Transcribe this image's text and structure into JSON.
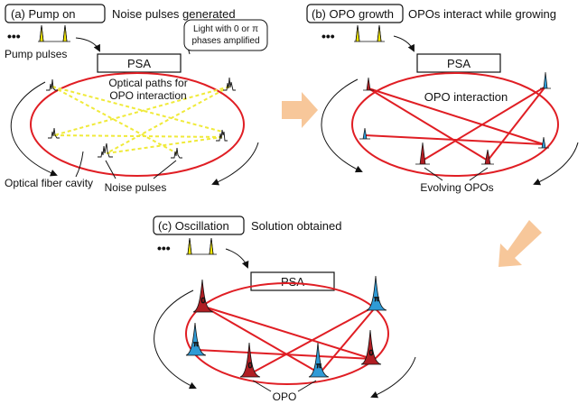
{
  "panel_a": {
    "badge": "(a) Pump on",
    "heading": "Noise pulses generated",
    "dots": "•••",
    "pump_label": "Pump pulses",
    "psa": "PSA",
    "callout_line1": "Light with 0 or π",
    "callout_line2": "phases amplified",
    "paths_line1": "Optical paths for",
    "paths_line2": "OPO interaction",
    "fiber_label": "Optical fiber cavity",
    "noise_label": "Noise pulses"
  },
  "panel_b": {
    "badge": "(b) OPO growth",
    "heading": "OPOs interact while growing",
    "dots": "•••",
    "psa": "PSA",
    "interaction": "OPO interaction",
    "evolving_label": "Evolving OPOs"
  },
  "panel_c": {
    "badge": "(c) Oscillation",
    "heading": "Solution obtained",
    "dots": "•••",
    "psa": "PSA",
    "opo_label": "OPO",
    "zero": "0",
    "pi": "π"
  },
  "colors": {
    "cavity": "#e01e24",
    "pump": "#f2e600",
    "zero_phase": "#b01e23",
    "pi_phase": "#2f9bd6",
    "dashed": "#f0ea3a",
    "step_arrow": "#f7c79a"
  }
}
